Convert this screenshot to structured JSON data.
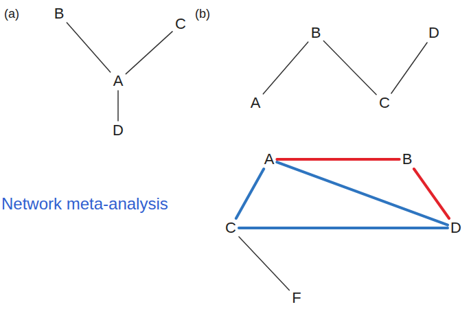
{
  "diagram": {
    "nodes": [
      {
        "text": [
          "B"
        ]
      },
      {
        "text": [
          "C"
        ]
      },
      {
        "text": [
          "A"
        ]
      },
      {
        "text": [
          "D"
        ]
      },
      {
        "text": [
          "B"
        ]
      },
      {
        "text": [
          "D"
        ]
      },
      {
        "text": [
          "A"
        ]
      },
      {
        "text": [
          "C"
        ]
      },
      {
        "text": [
          "A"
        ]
      },
      {
        "text": [
          "B"
        ]
      },
      {
        "text": [
          "C"
        ]
      },
      {
        "text": [
          "D"
        ]
      },
      {
        "text": [
          "F"
        ]
      }
    ],
    "edges": [
      {
        "from": 2,
        "to": 0,
        "arrow": "none"
      },
      {
        "from": 2,
        "to": 1,
        "arrow": "none"
      },
      {
        "from": 2,
        "to": 3,
        "arrow": "none"
      },
      {
        "from": 6,
        "to": 4,
        "arrow": "none"
      },
      {
        "from": 4,
        "to": 7,
        "arrow": "none"
      },
      {
        "from": 7,
        "to": 5,
        "arrow": "none"
      },
      {
        "from": 8,
        "to": 9,
        "arrow": "none"
      },
      {
        "from": 9,
        "to": 11,
        "arrow": "none"
      },
      {
        "from": 8,
        "to": 11,
        "arrow": "none"
      },
      {
        "from": 8,
        "to": 10,
        "arrow": "none"
      },
      {
        "from": 10,
        "to": 11,
        "arrow": "none"
      },
      {
        "from": 10,
        "to": 12,
        "arrow": "none"
      }
    ],
    "labels": [
      "(a)",
      "(b)",
      "Network meta-analysis"
    ]
  }
}
